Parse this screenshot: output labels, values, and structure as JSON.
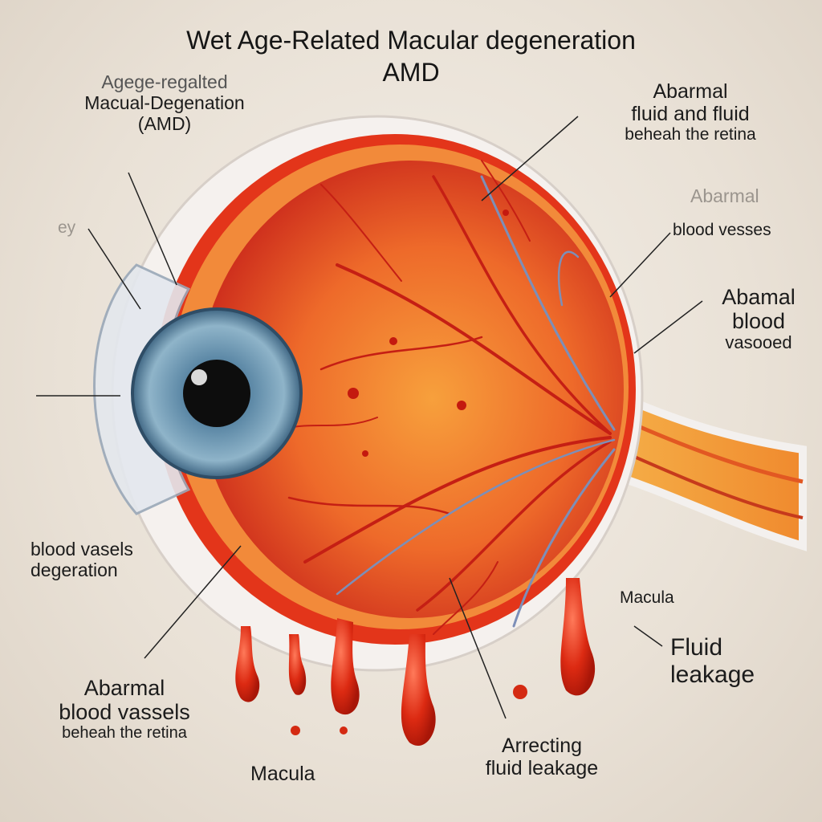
{
  "title": {
    "line1": "Wet Age-Related Macular degeneration",
    "line2": "AMD"
  },
  "labels": {
    "top_left": [
      "Agege-regalted",
      "Macual-Degenation",
      "(AMD)"
    ],
    "eye_fragment": "ey",
    "top_right": [
      "Abarmal",
      "fluid and fluid",
      "beheah the retina"
    ],
    "right_faint": "Abarmal",
    "right_vessels": "blood vesses",
    "right_mid": [
      "Abamal",
      "blood",
      "vasooed"
    ],
    "left_mid": [
      "blood vasels",
      "degeration"
    ],
    "bottom_left": [
      "Abarmal",
      "blood vassels",
      "beheah the retina"
    ],
    "macula_bottom": "Macula",
    "macula_right": "Macula",
    "fluid_right": [
      "Fluid",
      "leakage"
    ],
    "bottom_center": [
      "Arrecting",
      "fluid leakage"
    ]
  },
  "colors": {
    "background": "#ece5dc",
    "retina": "#e8461f",
    "blood": "#d42a12",
    "sclera": "#f7f3f0",
    "iris": "#5f8aa6",
    "vein": "#7d8fb8"
  }
}
